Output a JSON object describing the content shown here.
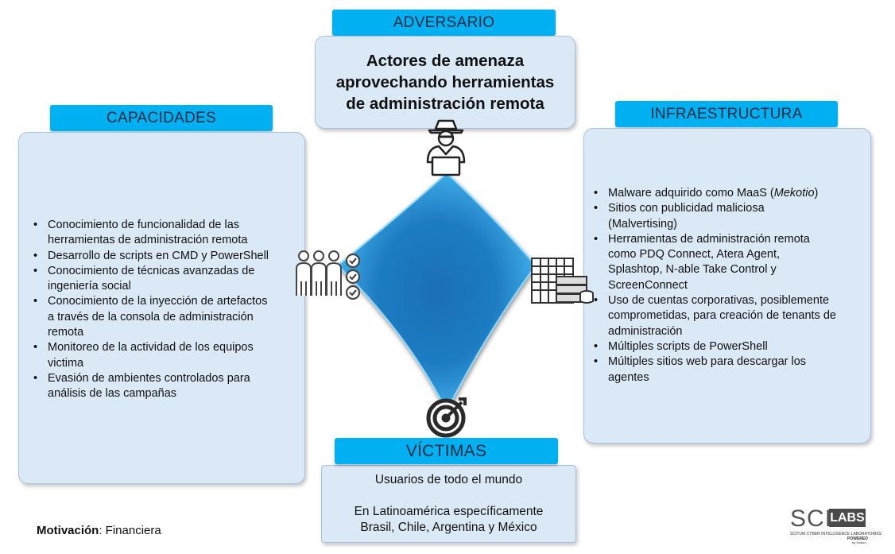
{
  "adversario": {
    "header": "ADVERSARIO",
    "lines": [
      "Actores de amenaza",
      "aprovechando herramientas",
      "de administración remota"
    ]
  },
  "capacidades": {
    "header": "CAPACIDADES",
    "items": [
      [
        "Conocimiento de funcionalidad de las",
        "herramientas de administración remota"
      ],
      [
        "Desarrollo de scripts en CMD y PowerShell"
      ],
      [
        "Conocimiento de técnicas avanzadas de",
        "ingeniería social"
      ],
      [
        "Conocimiento de la inyección de artefactos",
        "a través de la consola de administración",
        "remota"
      ],
      [
        "Monitoreo de la actividad de los equipos",
        "victima"
      ],
      [
        "Evasión de ambientes controlados para",
        "análisis de las campañas"
      ]
    ]
  },
  "infraestructura": {
    "header": "INFRAESTRUCTURA",
    "item1_prefix": "Malware adquirido como MaaS (",
    "item1_italic": "Mekotio",
    "item1_suffix": ")",
    "items": [
      [
        "Sitios con publicidad maliciosa",
        "(Malvertising)"
      ],
      [
        "Herramientas de administración remota",
        "como PDQ Connect, Atera Agent,",
        "Splashtop, N-able Take Control y",
        "ScreenConnect"
      ],
      [
        "Uso de cuentas corporativas, posiblemente",
        "comprometidas, para creación de tenants de",
        "administración"
      ],
      [
        "Múltiples scripts de PowerShell"
      ],
      [
        "Múltiples sitios web para descargar los",
        "agentes"
      ]
    ]
  },
  "victimas": {
    "header": "VÍCTIMAS",
    "line1": "Usuarios de todo el mundo",
    "line2": "En Latinoamérica específicamente",
    "line3": "Brasil, Chile, Argentina y México"
  },
  "motivacion": {
    "label": "Motivación",
    "value": ": Financiera"
  },
  "logo": {
    "sci": "SCI",
    "labs": "LABS",
    "tagline": "SCITUM CYBER INTELLIGENCE LABORATORIES",
    "powered": "POWERED",
    "by": "by Scitum"
  },
  "colors": {
    "header_blue": "#00b0f0",
    "box_fill": "#dbe8f6",
    "diamond_blue": "#1f7cc2",
    "diamond_glow": "#4fc0f0"
  },
  "icons": {
    "adversario": "hacker-icon",
    "capacidades": "team-checklist-icon",
    "infraestructura": "server-infrastructure-icon",
    "victimas": "target-icon"
  }
}
